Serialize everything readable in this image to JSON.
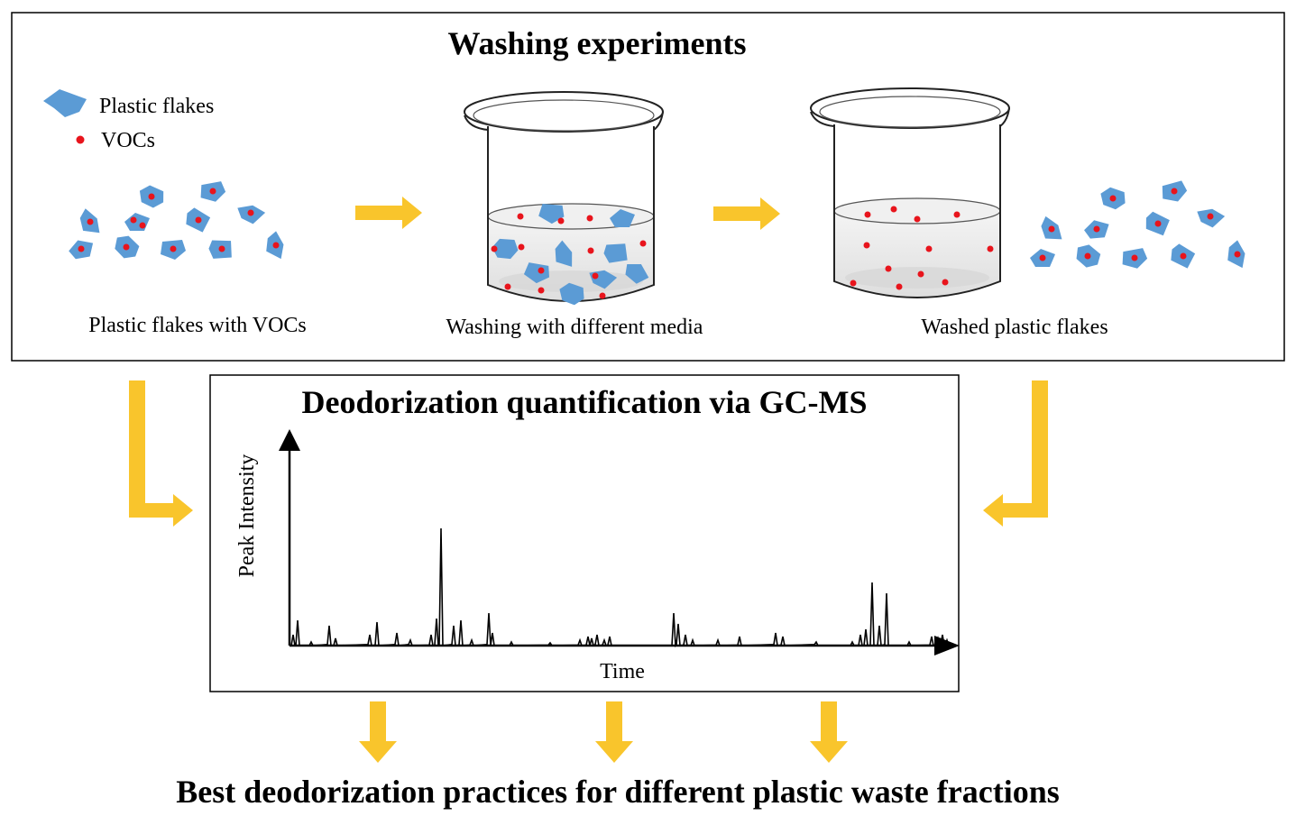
{
  "top_panel": {
    "title": "Washing experiments",
    "legend": {
      "flakes_label": "Plastic flakes",
      "vocs_label": "VOCs"
    },
    "captions": {
      "flakes_with_vocs": "Plastic flakes with VOCs",
      "washing": "Washing with different  media",
      "washed": "Washed plastic flakes"
    }
  },
  "gcms_panel": {
    "title": "Deodorization quantification via GC-MS",
    "y_axis_label": "Peak Intensity",
    "x_axis_label": "Time"
  },
  "conclusion": "Best deodorization practices for different plastic waste fractions",
  "colors": {
    "flake": "#5b9bd5",
    "voc": "#e8141c",
    "arrow": "#f9c52c",
    "liquid": "#e6e6e6",
    "frame": "#000000"
  }
}
